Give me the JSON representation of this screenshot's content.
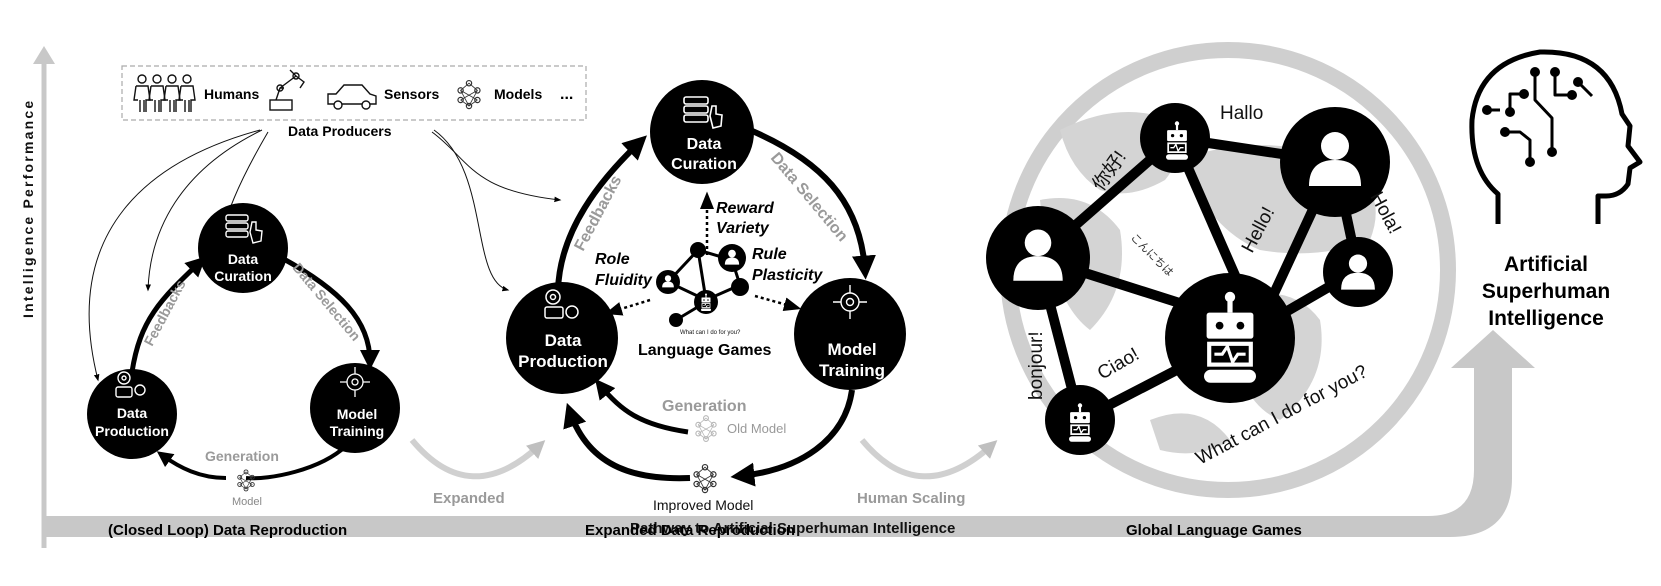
{
  "axis": {
    "y_label": "Intelligence Performance",
    "bottom_label": "Pathway to  Artificial Superhuman Intelligence"
  },
  "producers": {
    "humans": "Humans",
    "sensors": "Sensors",
    "models": "Models",
    "more": "...",
    "title": "Data Producers"
  },
  "loop1": {
    "curation": [
      "Data",
      "Curation"
    ],
    "production": [
      "Data",
      "Production"
    ],
    "training": [
      "Model",
      "Training"
    ],
    "feedbacks": "Feedbacks",
    "selection": "Data Selection",
    "generation": "Generation",
    "model": "Model",
    "caption": "(Closed Loop) Data Reproduction"
  },
  "transition1": "Expanded",
  "loop2": {
    "curation": [
      "Data",
      "Curation"
    ],
    "production": [
      "Data",
      "Production"
    ],
    "training": [
      "Model",
      "Training"
    ],
    "feedbacks": "Feedbacks",
    "selection": "Data Selection",
    "generation": "Generation",
    "old_model": "Old Model",
    "improved_model": "Improved Model",
    "reward": [
      "Reward",
      "Variety"
    ],
    "role": [
      "Role",
      "Fluidity"
    ],
    "rule": [
      "Rule",
      "Plasticity"
    ],
    "games": "Language Games",
    "mini_caption": "What can I do for you?",
    "caption": "Expanded Data Reproduction"
  },
  "transition2": "Human Scaling",
  "global": {
    "hallo": "Hallo",
    "nihao": "你好!",
    "hello": "Hello!",
    "hola": "Hola!",
    "konnichiwa": "こんにちは",
    "bonjour": "bonjour!",
    "ciao": "Ciao!",
    "what": "What can I do for you?",
    "caption": "Global Language Games"
  },
  "asi": [
    "Artificial",
    "Superhuman",
    "Intelligence"
  ]
}
